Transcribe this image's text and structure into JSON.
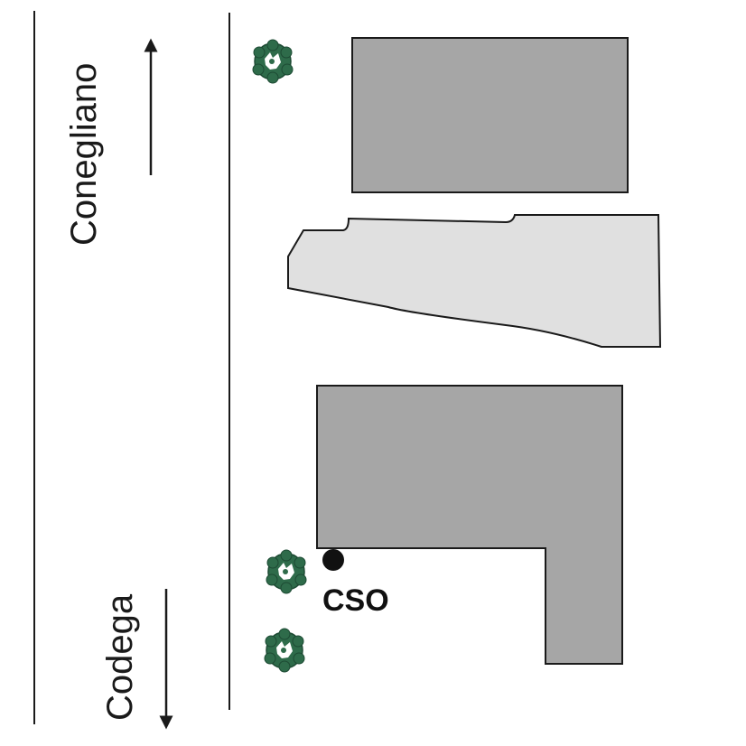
{
  "map": {
    "road": {
      "direction_north_label": "Conegliano",
      "direction_south_label": "Codega"
    },
    "buildings": [
      {
        "name": "building-north",
        "shade": "dark-gray"
      },
      {
        "name": "building-middle",
        "shade": "light-gray"
      },
      {
        "name": "building-south-l-shaped",
        "shade": "dark-gray"
      }
    ],
    "trees": [
      {
        "name": "tree-north"
      },
      {
        "name": "tree-south-1"
      },
      {
        "name": "tree-south-2"
      }
    ],
    "marker": {
      "label": "CSO",
      "symbol": "filled-circle"
    },
    "colors": {
      "building_dark": "#a6a6a6",
      "building_light": "#e0e0e0",
      "outline": "#1a1a1a",
      "tree_green": "#2e6b4a",
      "marker": "#111111"
    },
    "icons": {
      "north_arrow": "arrow-up-icon",
      "south_arrow": "arrow-down-icon",
      "tree": "tree-icon"
    }
  }
}
